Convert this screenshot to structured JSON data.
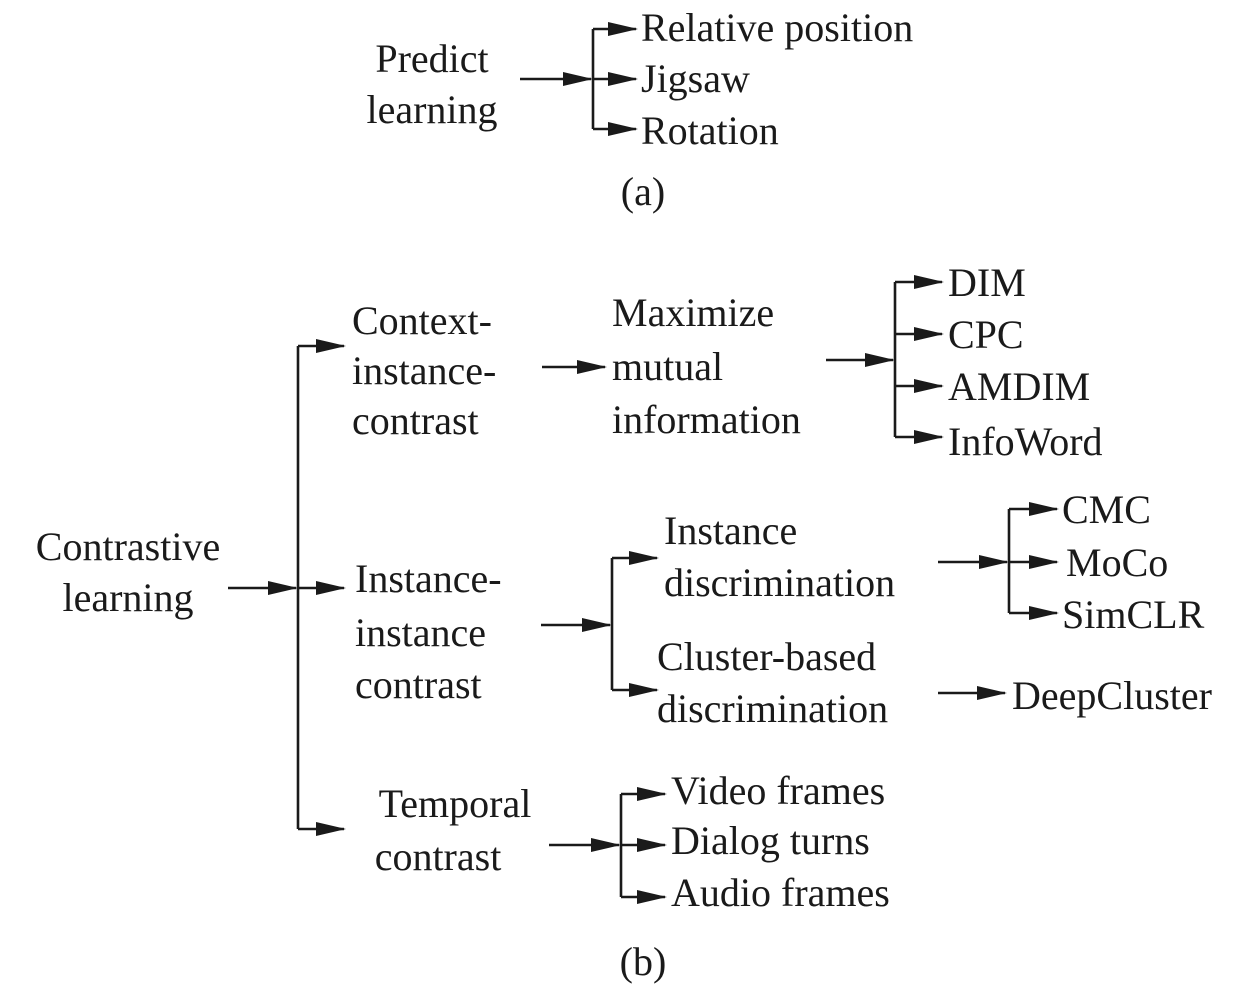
{
  "panel_a": {
    "caption": "(a)",
    "root": [
      "Predict",
      "learning"
    ],
    "leaves": [
      "Relative position",
      "Jigsaw",
      "Rotation"
    ]
  },
  "panel_b": {
    "caption": "(b)",
    "root": [
      "Contrastive",
      "learning"
    ],
    "context": {
      "label": [
        "Context-",
        "instance-",
        "contrast"
      ],
      "method": [
        "Maximize",
        "mutual",
        "information"
      ],
      "leaves": [
        "DIM",
        "CPC",
        "AMDIM",
        "InfoWord"
      ]
    },
    "instance": {
      "label": [
        "Instance-",
        "instance",
        "contrast"
      ],
      "discrimination": {
        "label": [
          "Instance",
          "discrimination"
        ],
        "leaves": [
          "CMC",
          "MoCo",
          "SimCLR"
        ]
      },
      "cluster": {
        "label": [
          "Cluster-based",
          "discrimination"
        ],
        "leaves": [
          "DeepCluster"
        ]
      }
    },
    "temporal": {
      "label": [
        "Temporal",
        "contrast"
      ],
      "leaves": [
        "Video frames",
        "Dialog turns",
        "Audio frames"
      ]
    }
  }
}
